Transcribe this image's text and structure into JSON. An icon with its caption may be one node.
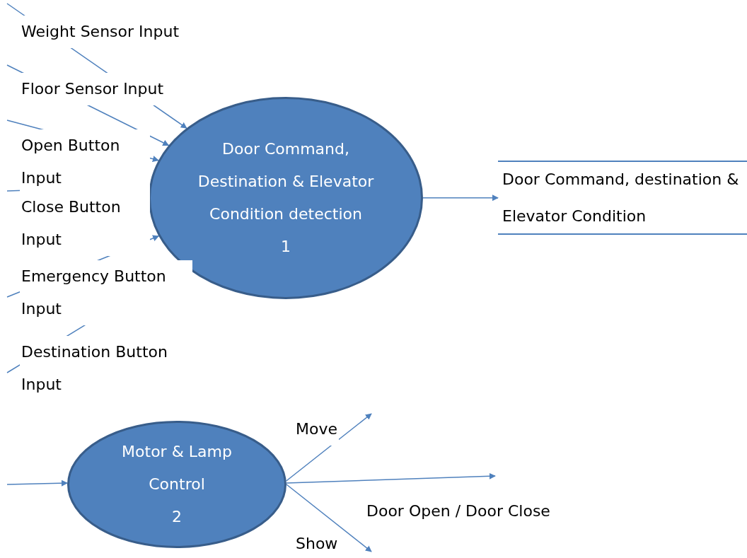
{
  "diagram": {
    "nodes": [
      {
        "text": [
          "Door Command, Destination & Elevator Condition detection",
          "1"
        ]
      },
      {
        "text": [
          "Door Command, destination & Elevator Condition"
        ]
      },
      {
        "text": [
          "Motor & Lamp Control",
          "2"
        ]
      }
    ],
    "edges": [
      {
        "from": null,
        "to": 0,
        "arrow": "to",
        "label": "Weight Sensor Input"
      },
      {
        "from": null,
        "to": 0,
        "arrow": "to",
        "label": "Floor Sensor Input"
      },
      {
        "from": null,
        "to": 0,
        "arrow": "to",
        "label": "Open Button Input"
      },
      {
        "from": null,
        "to": 0,
        "arrow": "to",
        "label": "Close Button Input"
      },
      {
        "from": null,
        "to": 0,
        "arrow": "to",
        "label": "Emergency Button Input"
      },
      {
        "from": null,
        "to": 0,
        "arrow": "to",
        "label": "Destination Button Input"
      },
      {
        "from": 0,
        "to": 1,
        "arrow": "to"
      },
      {
        "from": null,
        "to": 2,
        "arrow": "to"
      },
      {
        "from": 2,
        "to": null,
        "arrow": "to",
        "label": "Move"
      },
      {
        "from": 2,
        "to": null,
        "arrow": "to",
        "label": "Door Open / Door Close"
      },
      {
        "from": 2,
        "to": null,
        "arrow": "to",
        "label": "Show"
      }
    ]
  }
}
